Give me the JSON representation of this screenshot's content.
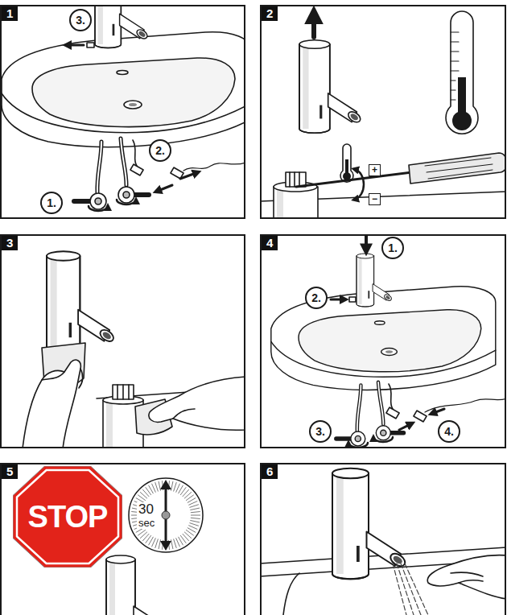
{
  "diagram": {
    "nodes": [
      {
        "text": [
          "1"
        ]
      },
      {
        "text": [
          "3."
        ],
        "in": 0
      },
      {
        "text": [
          "2."
        ],
        "in": 0
      },
      {
        "text": [
          "1."
        ],
        "in": 0
      },
      {
        "text": [
          "2"
        ]
      },
      {
        "text": [
          "3"
        ]
      },
      {
        "text": [
          "4"
        ]
      },
      {
        "text": [
          "1."
        ],
        "in": 6
      },
      {
        "text": [
          "2."
        ],
        "in": 6
      },
      {
        "text": [
          "3."
        ],
        "in": 6
      },
      {
        "text": [
          "4."
        ],
        "in": 6
      },
      {
        "text": [
          "5"
        ]
      },
      {
        "text": [
          "STOP"
        ],
        "in": 11
      },
      {
        "text": [
          "30",
          "sec"
        ],
        "in": 11
      },
      {
        "text": [
          "6"
        ]
      }
    ],
    "labels": [
      "+",
      "−"
    ]
  }
}
